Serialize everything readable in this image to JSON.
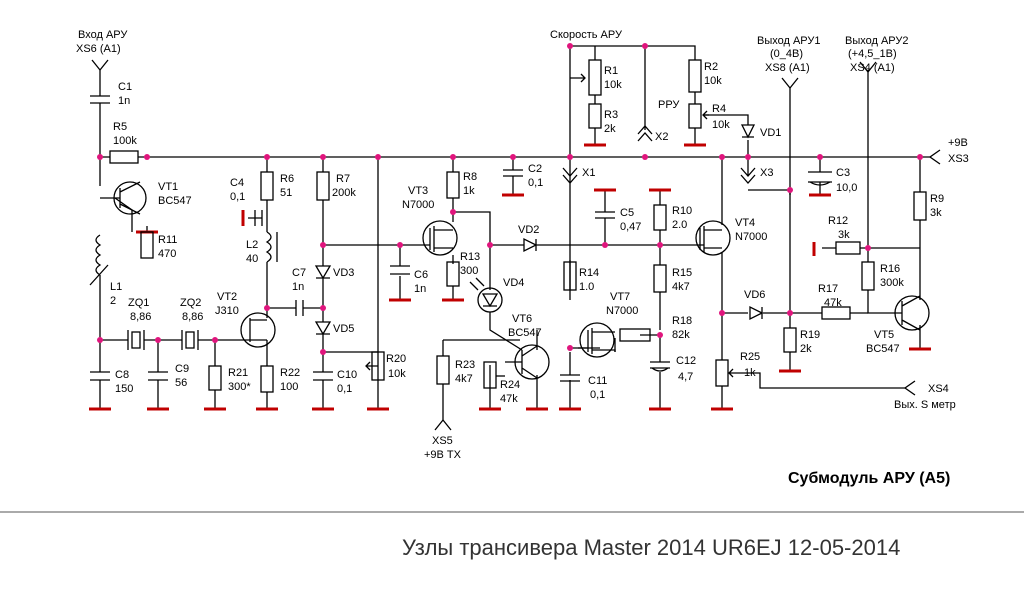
{
  "title": "Субмодуль АРУ  (А5)",
  "footer": "Узлы трансивера  Master 2014    UR6EJ    12-05-2014",
  "colors": {
    "wire": "#000000",
    "ground": "#c00000",
    "junction": "#e0157d",
    "footer_line": "#555555"
  },
  "connectors": {
    "xs6": {
      "line1": "Вход АРУ",
      "line2": "XS6 (A1)"
    },
    "speed": "Скорость АРУ",
    "rru": "РРУ",
    "xs8": {
      "line1": "Выход АРУ1",
      "line2": "(0_4В)",
      "line3": "XS8 (A1)"
    },
    "xs4top": {
      "line1": "Выход АРУ2",
      "line2": "(+4,5_1В)",
      "line3": "XS4 (A1)"
    },
    "xs3": {
      "line1": "+9В",
      "line2": "XS3"
    },
    "xs5": {
      "line1": "XS5",
      "line2": "+9В TX"
    },
    "xs4bot": {
      "line1": "XS4",
      "line2": "Вых. S метр"
    },
    "x1": "X1",
    "x2": "X2",
    "x3": "X3"
  },
  "components": {
    "c1": [
      "C1",
      "1n"
    ],
    "r5": [
      "R5",
      "100k"
    ],
    "vt1": [
      "VT1",
      "BC547"
    ],
    "r11": [
      "R11",
      "470"
    ],
    "l1": [
      "L1",
      "2"
    ],
    "zq1": [
      "ZQ1",
      "8,86"
    ],
    "zq2": [
      "ZQ2",
      "8,86"
    ],
    "c8": [
      "C8",
      "150"
    ],
    "c9": [
      "C9",
      "56"
    ],
    "vt2": [
      "VT2",
      "J310"
    ],
    "r21": [
      "R21",
      "300*"
    ],
    "r22": [
      "R22",
      "100"
    ],
    "c4": [
      "C4",
      "0,1"
    ],
    "r6": [
      "R6",
      "51"
    ],
    "l2": [
      "L2",
      "40"
    ],
    "c7": [
      "C7",
      "1n"
    ],
    "r7": [
      "R7",
      "200k"
    ],
    "vd3": "VD3",
    "vd5": "VD5",
    "c10": [
      "C10",
      "0,1"
    ],
    "r20": [
      "R20",
      "10k"
    ],
    "vt3": [
      "VT3",
      "N7000"
    ],
    "r8": [
      "R8",
      "1k"
    ],
    "r13": [
      "R13",
      "300"
    ],
    "c6": [
      "C6",
      "1n"
    ],
    "vd4": "VD4",
    "vt6": [
      "VT6",
      "BC547"
    ],
    "r23": [
      "R23",
      "4k7"
    ],
    "r24": [
      "R24",
      "47k"
    ],
    "c2": [
      "C2",
      "0,1"
    ],
    "vd2": "VD2",
    "r1": [
      "R1",
      "10k"
    ],
    "r3": [
      "R3",
      "2k"
    ],
    "r14": [
      "R14",
      "1.0"
    ],
    "c11": [
      "C11",
      "0,1"
    ],
    "c5": [
      "C5",
      "0,47"
    ],
    "r10": [
      "R10",
      "2.0"
    ],
    "r15": [
      "R15",
      "4k7"
    ],
    "vt7": [
      "VT7",
      "N7000"
    ],
    "r18": [
      "R18",
      "82k"
    ],
    "c12": [
      "C12",
      "4,7"
    ],
    "r2": [
      "R2",
      "10k"
    ],
    "r4": [
      "R4",
      "10k"
    ],
    "vd1": "VD1",
    "vt4": [
      "VT4",
      "N7000"
    ],
    "r25": [
      "R25",
      "1k"
    ],
    "vd6": "VD6",
    "r19": [
      "R19",
      "2k"
    ],
    "c3": [
      "C3",
      "10,0"
    ],
    "r12": [
      "R12",
      "3k"
    ],
    "r17": [
      "R17",
      "47k"
    ],
    "r16": [
      "R16",
      "300k"
    ],
    "r9": [
      "R9",
      "3k"
    ],
    "vt5": [
      "VT5",
      "BC547"
    ]
  }
}
